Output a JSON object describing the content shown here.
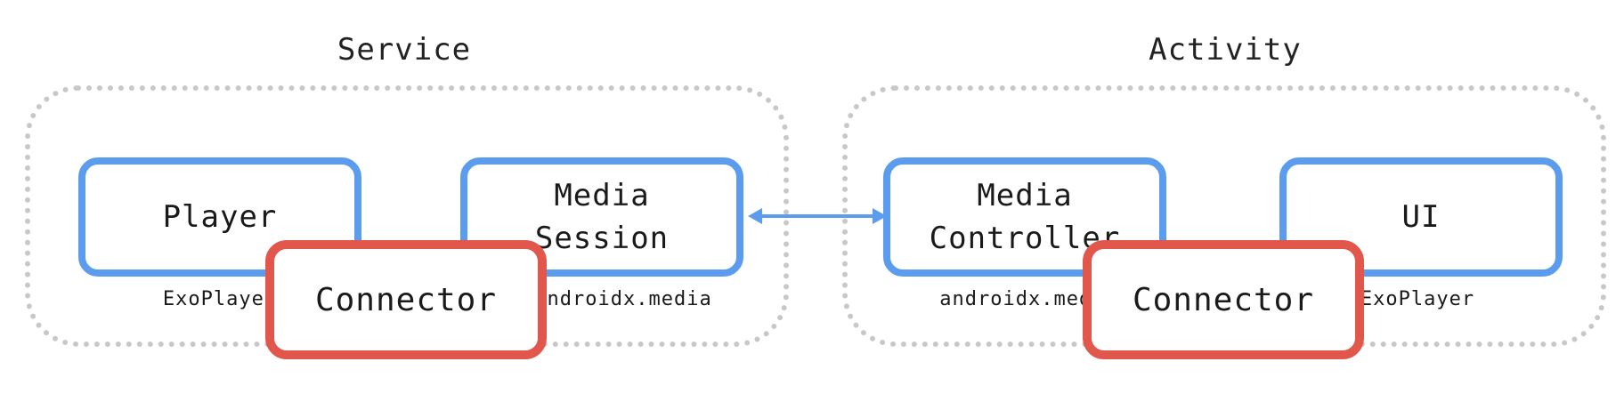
{
  "service": {
    "title": "Service",
    "player_label": "Player",
    "player_lib": "ExoPlayer",
    "session_label": "Media\nSession",
    "session_lib": "androidx.media",
    "connector_label": "Connector"
  },
  "activity": {
    "title": "Activity",
    "controller_label": "Media\nController",
    "controller_lib": "androidx.media",
    "ui_label": "UI",
    "ui_lib": "ExoPlayer",
    "connector_label": "Connector"
  },
  "colors": {
    "component_border": "#5b9cee",
    "connector_border": "#e2574c",
    "group_border": "#c8c8c8",
    "arrow": "#5b9cee"
  }
}
